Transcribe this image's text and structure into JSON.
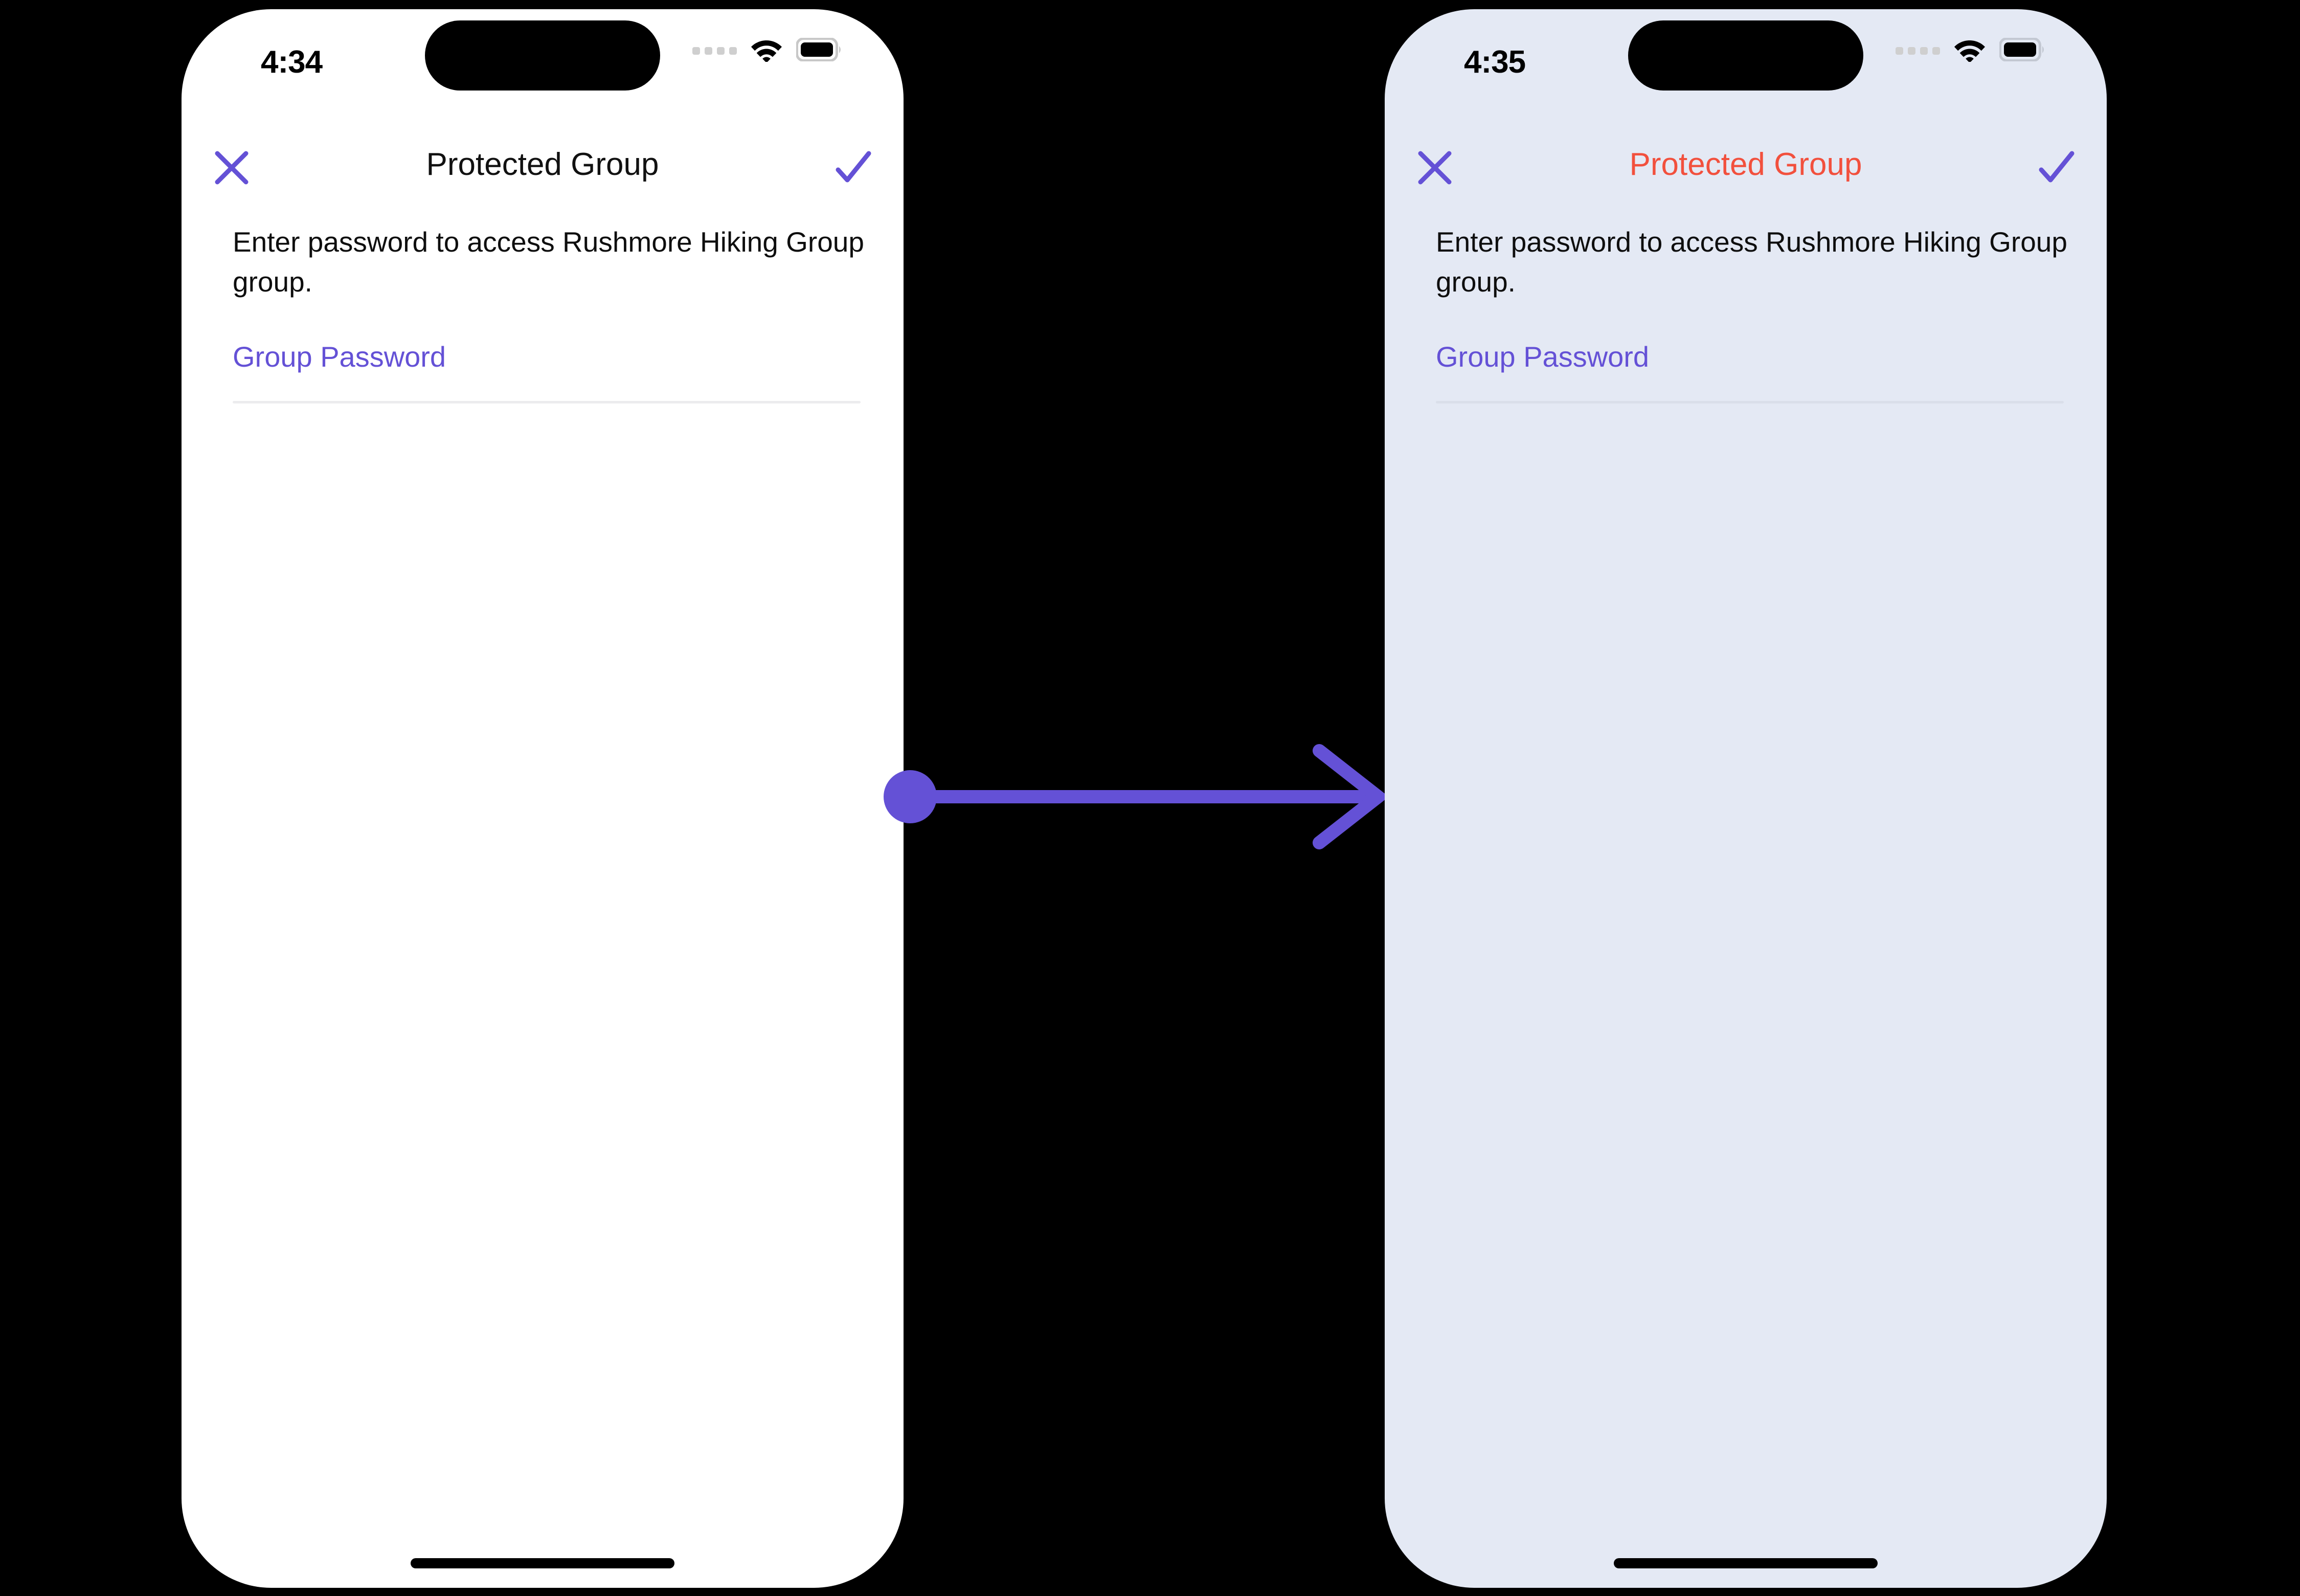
{
  "accent_colors": {
    "purple": "#6451D6",
    "error_red": "#F2503D",
    "left_screen_bg": "#FFFFFF",
    "right_screen_bg": "#E4E9F4",
    "divider": "#ECECEE",
    "canvas_bg": "#000000"
  },
  "screens": [
    {
      "id": "before",
      "status_bar": {
        "time": "4:34",
        "cellular_icon": "signal-dots-icon",
        "wifi_icon": "wifi-icon",
        "battery_icon": "battery-full-icon"
      },
      "nav": {
        "close_icon": "close-x-icon",
        "title": "Protected Group",
        "title_color": "#111111",
        "confirm_icon": "checkmark-icon"
      },
      "body": {
        "description": "Enter password to access Rushmore Hiking Group group.",
        "field_label": "Group Password",
        "field_value": ""
      }
    },
    {
      "id": "after",
      "status_bar": {
        "time": "4:35",
        "cellular_icon": "signal-dots-icon",
        "wifi_icon": "wifi-icon",
        "battery_icon": "battery-full-icon"
      },
      "nav": {
        "close_icon": "close-x-icon",
        "title": "Protected Group",
        "title_color": "#F2503D",
        "confirm_icon": "checkmark-icon"
      },
      "body": {
        "description": "Enter password to access Rushmore Hiking Group group.",
        "field_label": "Group Password",
        "field_value": ""
      }
    }
  ],
  "annotation": {
    "arrow_icon": "transition-arrow-icon",
    "arrow_color": "#6451D6"
  }
}
